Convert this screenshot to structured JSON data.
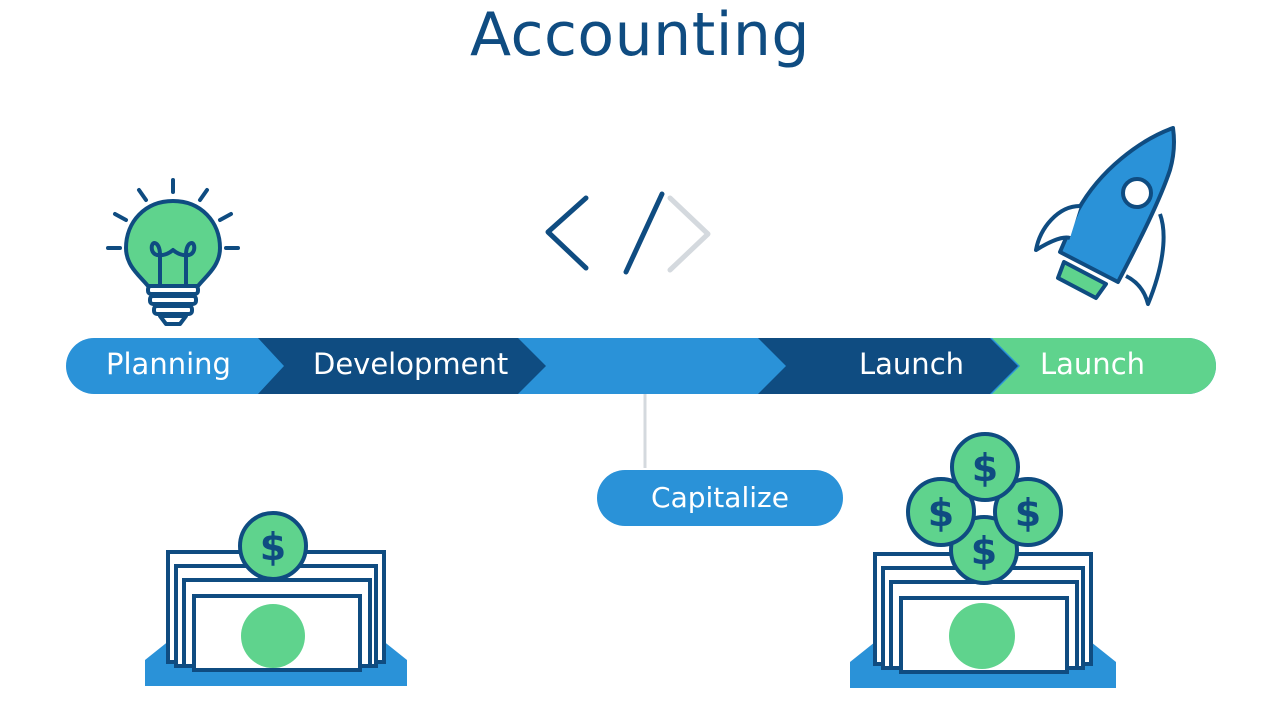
{
  "title": "Accounting",
  "timeline": {
    "phases": [
      {
        "label": "Planning",
        "color": "#2a92d8"
      },
      {
        "label": "Development",
        "color": "#0f4c81"
      },
      {
        "label": "",
        "color": "#2a92d8"
      },
      {
        "label": "Launch",
        "color": "#0f4c81"
      },
      {
        "label": "Launch",
        "color": "#5fd38d"
      }
    ]
  },
  "capitalize_label": "Capitalize",
  "icons": {
    "planning": "lightbulb-icon",
    "development": "code-brackets-icon",
    "launch": "rocket-icon",
    "expense": "cash-stack-with-coin-icon",
    "capital": "cash-stack-with-coins-icon"
  },
  "colors": {
    "navy": "#0f4c81",
    "blue": "#2a92d8",
    "green": "#5fd38d",
    "coin_text": "#0f4c81",
    "light_gray": "#d4d9de"
  }
}
